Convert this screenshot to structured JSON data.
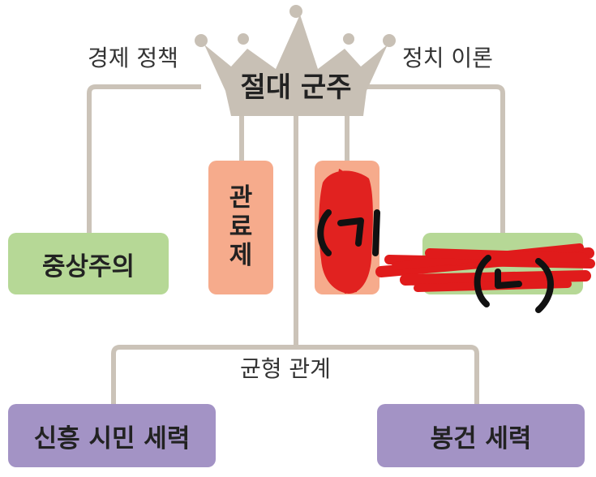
{
  "crown": {
    "title": "절대 군주"
  },
  "labels": {
    "economic_policy": "경제 정책",
    "political_theory": "정치 이론",
    "balance_relation": "균형 관계"
  },
  "boxes": {
    "mercantilism": "중상주의",
    "bureaucracy_chars": [
      "관",
      "료",
      "제"
    ],
    "rising_citizens": "신흥 시민 세력",
    "feudal_forces": "봉건 세력"
  },
  "handwritten": {
    "marker_a": "(ㄱ)",
    "marker_b": "(ㄴ)"
  },
  "colors": {
    "connector": "#cbc3b8",
    "crown": "#c8c0b5",
    "green": "#b6d896",
    "salmon": "#f6ab8c",
    "purple": "#a393c5",
    "red_scribble": "#e01b1b",
    "ink": "#111111"
  }
}
